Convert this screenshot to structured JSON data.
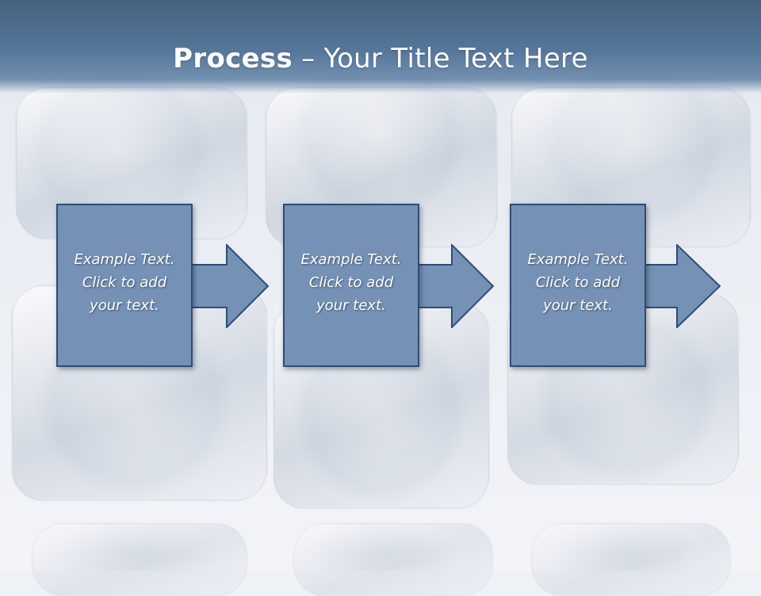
{
  "slide": {
    "title_bold": "Process",
    "title_rest": " – Your Title Text Here"
  },
  "steps": [
    {
      "text": "Example Text.\nClick  to add\nyour text."
    },
    {
      "text": "Example Text.\nClick  to add\nyour text."
    },
    {
      "text": "Example Text.\nClick  to add\nyour text."
    }
  ],
  "colors": {
    "title_bar": "#56779b",
    "box_fill": "#7591b6",
    "box_border": "#2e4d74"
  }
}
